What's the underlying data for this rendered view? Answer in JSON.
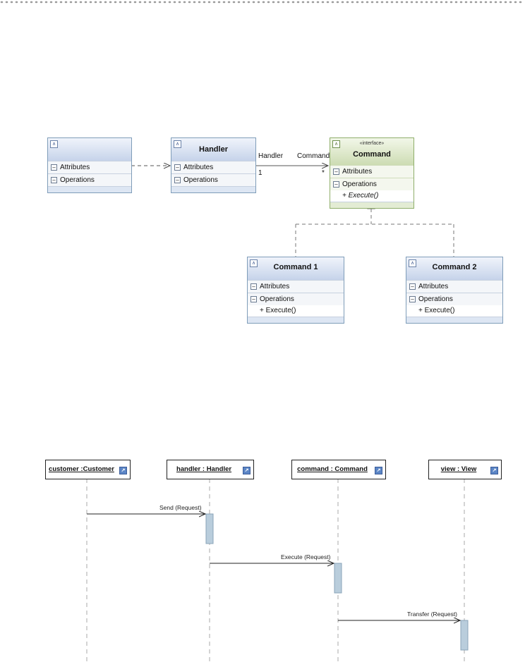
{
  "class_diagram": {
    "unnamed_class": {
      "name": "",
      "attributes_label": "Attributes",
      "operations_label": "Operations"
    },
    "handler": {
      "name": "Handler",
      "attributes_label": "Attributes",
      "operations_label": "Operations"
    },
    "command": {
      "stereotype": "«interface»",
      "name": "Command",
      "attributes_label": "Attributes",
      "operations_label": "Operations",
      "operation": "+ Execute()"
    },
    "command1": {
      "name": "Command 1",
      "attributes_label": "Attributes",
      "operations_label": "Operations",
      "operation": "+ Execute()"
    },
    "command2": {
      "name": "Command 2",
      "attributes_label": "Attributes",
      "operations_label": "Operations",
      "operation": "+ Execute()"
    },
    "association": {
      "source_role": "Handler",
      "target_role": "Command",
      "source_mult": "1",
      "target_mult": "*"
    }
  },
  "sequence_diagram": {
    "lifelines": [
      {
        "label": "customer :Customer"
      },
      {
        "label": "handler : Handler"
      },
      {
        "label": "command : Command"
      },
      {
        "label": "view : View"
      }
    ],
    "messages": [
      {
        "label": "Send (Request)"
      },
      {
        "label": "Execute (Request)"
      },
      {
        "label": "Transfer (Request)"
      }
    ]
  }
}
